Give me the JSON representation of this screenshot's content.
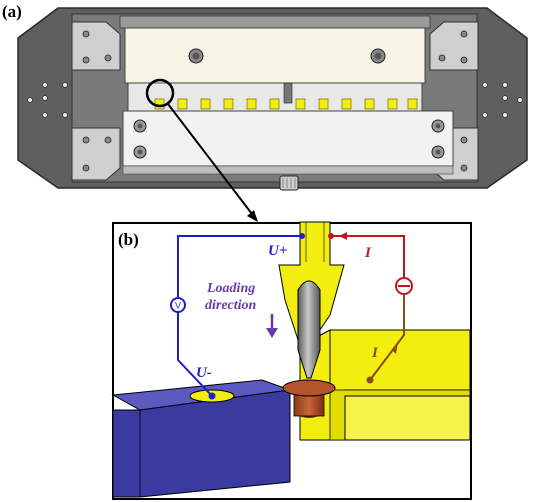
{
  "panel_a": {
    "label": "(a)"
  },
  "panel_b": {
    "label": "(b)",
    "u_plus": "U+",
    "u_minus": "U-",
    "current_top": "I",
    "current_lower": "I",
    "loading_line1": "Loading",
    "loading_line2": "direction",
    "voltmeter": "V"
  },
  "colors": {
    "frame_dark": "#5f5f5f",
    "voltage_wire": "#1f1fc8",
    "current_wire": "#c01818",
    "conductor": "#f2ee10",
    "sample": "#4a4ab0",
    "contact": "#b5542a",
    "loading_arrow": "#6a3aa8"
  }
}
